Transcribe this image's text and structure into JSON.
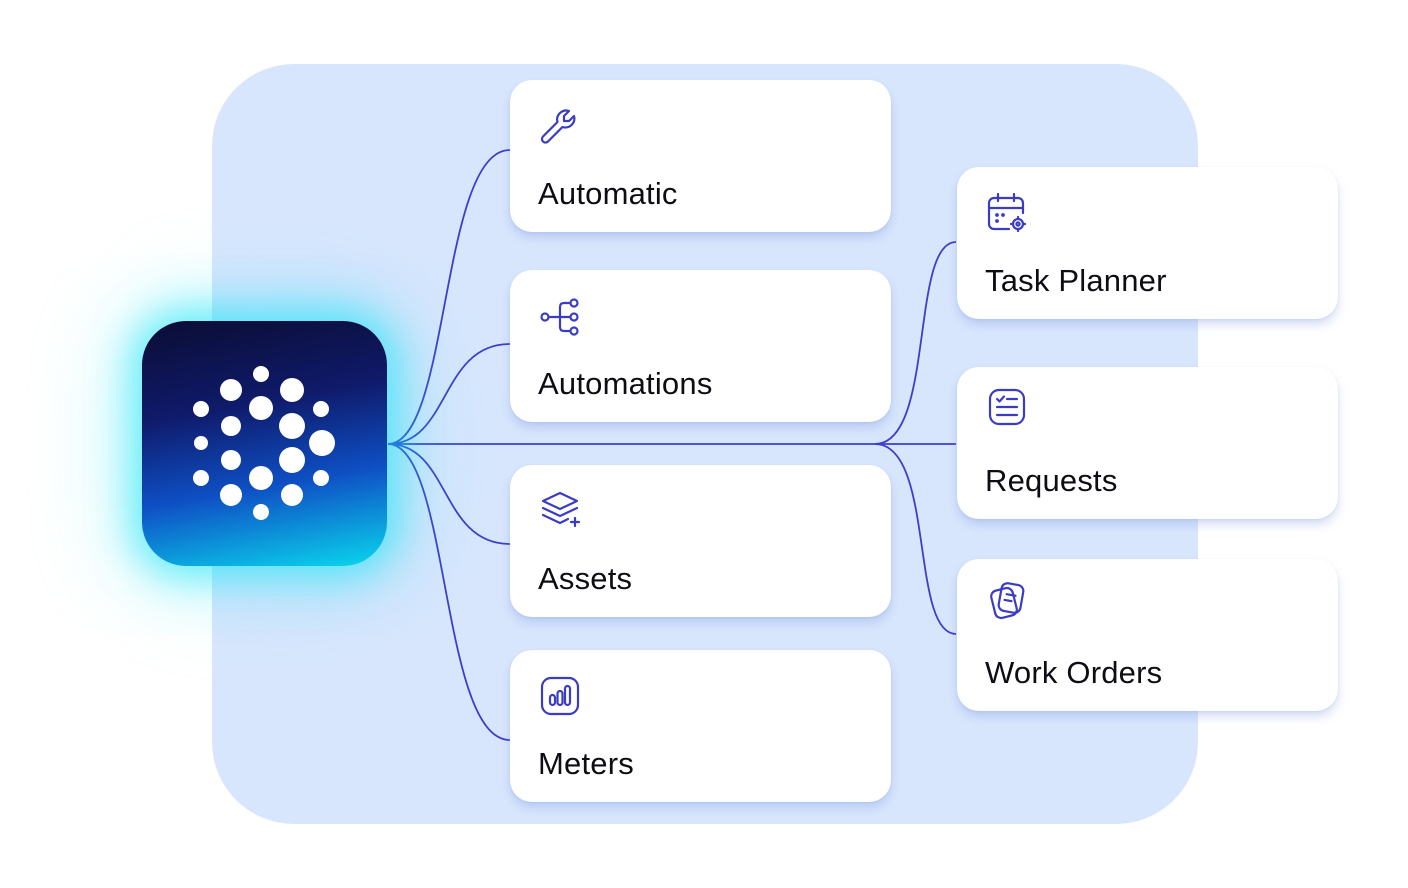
{
  "hub": {
    "icon": "dotted-sunburst-logo"
  },
  "left_cards": [
    {
      "label": "Automatic",
      "icon": "wrench-icon"
    },
    {
      "label": "Automations",
      "icon": "flow-branch-icon"
    },
    {
      "label": "Assets",
      "icon": "stacked-layers-plus-icon"
    },
    {
      "label": "Meters",
      "icon": "bar-chart-icon"
    }
  ],
  "right_cards": [
    {
      "label": "Task Planner",
      "icon": "calendar-gear-icon"
    },
    {
      "label": "Requests",
      "icon": "checklist-icon"
    },
    {
      "label": "Work Orders",
      "icon": "documents-icon"
    }
  ],
  "colors": {
    "panel": "#d8e6fd",
    "line": "#3d3fc9",
    "icon": "#3a3dc4",
    "glow": "#00e2f6"
  }
}
